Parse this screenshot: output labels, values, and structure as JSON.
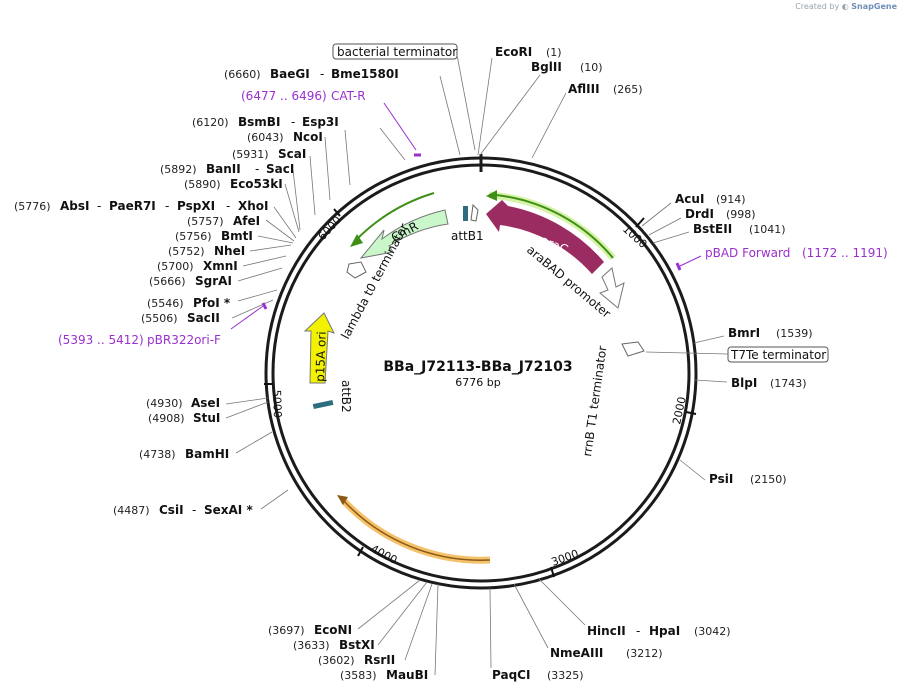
{
  "credit": {
    "prefix": "Created by",
    "brand": "SnapGene"
  },
  "plasmid": {
    "name": "BBa_J72113-BBa_J72103",
    "size_label": "6776 bp",
    "length": 6776
  },
  "ticks": [
    "1000",
    "2000",
    "3000",
    "4000",
    "5000",
    "6000"
  ],
  "sites_right": [
    {
      "name": "EcoRI",
      "pos": "(1)"
    },
    {
      "name": "BglII",
      "pos": "(10)"
    },
    {
      "name": "AflIII",
      "pos": "(265)"
    },
    {
      "name": "AcuI",
      "pos": "(914)"
    },
    {
      "name": "DrdI",
      "pos": "(998)"
    },
    {
      "name": "BstEII",
      "pos": "(1041)"
    },
    {
      "name": "BmrI",
      "pos": "(1539)"
    },
    {
      "name": "BlpI",
      "pos": "(1743)"
    },
    {
      "name": "PsiI",
      "pos": "(2150)"
    },
    {
      "name": "HincII",
      "name2": "HpaI",
      "pos": "(3042)"
    },
    {
      "name": "NmeAIII",
      "pos": "(3212)"
    },
    {
      "name": "PaqCI",
      "pos": "(3325)"
    }
  ],
  "sites_left": [
    {
      "name": "BaeGI",
      "name2": "Bme1580I",
      "pos": "(6660)"
    },
    {
      "name": "BsmBI",
      "name2": "Esp3I",
      "pos": "(6120)"
    },
    {
      "name": "NcoI",
      "pos": "(6043)"
    },
    {
      "name": "ScaI",
      "pos": "(5931)"
    },
    {
      "name": "BanII",
      "name2": "SacI",
      "pos": "(5892)"
    },
    {
      "name": "Eco53kI",
      "pos": "(5890)"
    },
    {
      "name": "AbsI",
      "name2": "PaeR7I",
      "name3": "PspXI",
      "name4": "XhoI",
      "pos": "(5776)"
    },
    {
      "name": "AfeI",
      "pos": "(5757)"
    },
    {
      "name": "BmtI",
      "pos": "(5756)"
    },
    {
      "name": "NheI",
      "pos": "(5752)"
    },
    {
      "name": "XmnI",
      "pos": "(5700)"
    },
    {
      "name": "SgrAI",
      "pos": "(5666)"
    },
    {
      "name": "PfoI *",
      "pos": "(5546)"
    },
    {
      "name": "SacII",
      "pos": "(5506)"
    },
    {
      "name": "AseI",
      "pos": "(4930)"
    },
    {
      "name": "StuI",
      "pos": "(4908)"
    },
    {
      "name": "BamHI",
      "pos": "(4738)"
    },
    {
      "name": "CsiI",
      "name2": "SexAI *",
      "pos": "(4487)"
    },
    {
      "name": "EcoNI",
      "pos": "(3697)"
    },
    {
      "name": "BstXI",
      "pos": "(3633)"
    },
    {
      "name": "RsrII",
      "pos": "(3602)"
    },
    {
      "name": "MauBI",
      "pos": "(3583)"
    }
  ],
  "primers": [
    {
      "range": "(6477 .. 6496)",
      "name": "CAT-R"
    },
    {
      "name": "pBAD Forward",
      "range": "(1172 .. 1191)"
    },
    {
      "range": "(5393 .. 5412)",
      "name": "pBR322ori-F"
    }
  ],
  "features": {
    "araC": "araC",
    "araBAD": "araBAD promoter",
    "CmR": "CmR",
    "lambda": "lambda t0 terminator",
    "attB1": "attB1",
    "attB2": "attB2",
    "p15A": "p15A ori",
    "rrnB": "rrnB T1 terminator",
    "T7Te": "T7Te terminator",
    "bacterial": "bacterial terminator"
  },
  "colors": {
    "araC": "#9b2c62",
    "CmR": "#c9f7c9",
    "p15A": "#f2f200",
    "green_arc": "#3f8f17",
    "orange_arc": "#f5c26b",
    "primer": "#9b30d0",
    "attB": "#2e6d7e"
  }
}
